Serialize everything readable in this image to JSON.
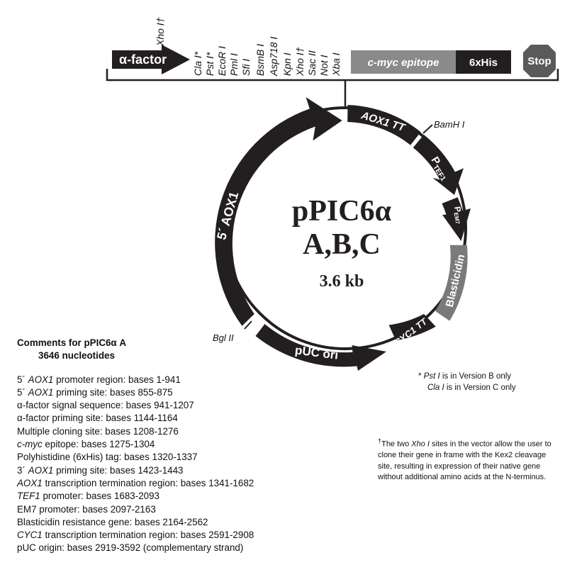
{
  "plasmid": {
    "name_line1": "pPIC6α",
    "name_line2": "A,B,C",
    "size": "3.6 kb"
  },
  "mcs_bar": {
    "alpha_factor": "α-factor",
    "sites_top": "Xho I†",
    "sites": [
      "Cla I*",
      "Pst I*",
      "EcoR I",
      "Pml I",
      "Sfi I",
      "BsmB I",
      "Asp718 I",
      "Kpn I",
      "Xho I†",
      "Sac II",
      "Not I",
      "Xba I"
    ],
    "cmyc": "c-myc epitope",
    "his": "6xHis",
    "stop": "Stop"
  },
  "features": {
    "aox1_5": "5´ AOX1",
    "aox1_tt": "AOX1 TT",
    "ptef1_p": "P",
    "ptef1_sub": "TEF1",
    "pem7_p": "P",
    "pem7_sub": "EM7",
    "blasticidin": "Blasticidin",
    "cyc1_tt": "CYC1 TT",
    "puc_ori": "pUC ori",
    "bamhi": "BamH I",
    "bglii": "Bgl II"
  },
  "comments": {
    "title": "Comments for pPIC6α A",
    "subtitle": "3646 nucleotides",
    "lines": [
      [
        "5´ ",
        "AOX1",
        " promoter region: bases 1-941"
      ],
      [
        "5´ ",
        "AOX1",
        " priming site: bases 855-875"
      ],
      [
        "α-factor signal sequence: bases 941-1207",
        "",
        ""
      ],
      [
        "α-factor priming site: bases 1144-1164",
        "",
        ""
      ],
      [
        "Multiple cloning site:  bases 1208-1276",
        "",
        ""
      ],
      [
        "",
        "c-myc",
        " epitope: bases 1275-1304"
      ],
      [
        "Polyhistidine (6xHis) tag: bases 1320-1337",
        "",
        ""
      ],
      [
        "3´ ",
        "AOX1",
        " priming site: bases 1423-1443"
      ],
      [
        "",
        "AOX1",
        " transcription termination region: bases 1341-1682"
      ],
      [
        "",
        "TEF1",
        " promoter: bases 1683-2093"
      ],
      [
        "EM7 promoter: bases 2097-2163",
        "",
        ""
      ],
      [
        "Blasticidin resistance gene: bases 2164-2562",
        "",
        ""
      ],
      [
        "",
        "CYC1",
        " transcription termination region: bases 2591-2908"
      ],
      [
        "pUC origin: bases 2919-3592 (complementary strand)",
        "",
        ""
      ]
    ]
  },
  "notes": {
    "star_a": "* ",
    "star_b": "Pst I",
    "star_c": " is in Version B only",
    "cla_a": "Cla I",
    "cla_b": " is in Version C only",
    "dagger_mark": "†",
    "dagger_a": "The two ",
    "dagger_b": "Xho I",
    "dagger_c": " sites in the vector allow the user to clone their gene in frame with the Kex2 cleavage site, resulting in expression of their native gene without additional amino acids at the N-terminus."
  },
  "colors": {
    "dark": "#231f20",
    "grey": "#7a7a7a",
    "white": "#ffffff"
  }
}
